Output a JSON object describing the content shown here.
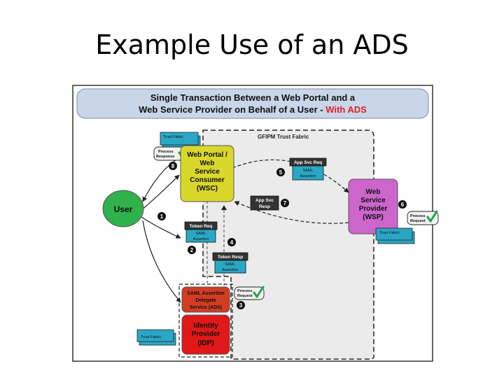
{
  "slide": {
    "title": "Example Use of an ADS"
  },
  "diagram": {
    "banner": {
      "line1": "Single Transaction Between a Web Portal and a",
      "line2_main": "Web Service Provider on Behalf of a User - ",
      "line2_highlight": "With ADS"
    },
    "fabric_label": "GFIPM Trust Fabric",
    "nodes": {
      "user": "User",
      "wsc": [
        "Web Portal /",
        "Web",
        "Service",
        "Consumer",
        "(WSC)"
      ],
      "wsp": [
        "Web",
        "Service",
        "Provider",
        "(WSP)"
      ],
      "ads": [
        "SAML Assertion",
        "Delegate",
        "Service (ADS)"
      ],
      "idp": [
        "Identity",
        "Provider",
        "(IDP)"
      ]
    },
    "trust_fabric_tags": {
      "wsc": "Trust Fabric",
      "wsp": "Trust Fabric",
      "idp": "Trust Fabric"
    },
    "process_tags": {
      "response": [
        "Process",
        "Response"
      ],
      "request_wsp": [
        "Process",
        "Request"
      ],
      "request_ads": [
        "Process",
        "Request"
      ]
    },
    "messages": {
      "token_req": "Token Req",
      "token_resp": "Token Resp",
      "app_svc_req": "App Svc Req",
      "app_svc_resp": [
        "App Svc",
        "Resp"
      ],
      "saml": [
        "SAML",
        "Assertion"
      ]
    },
    "steps": [
      "1",
      "2",
      "3",
      "4",
      "5",
      "6",
      "7",
      "8"
    ],
    "colors": {
      "banner_bg": "#c9d6ea",
      "user": "#2fb14b",
      "wsc": "#d9d62c",
      "wsp": "#cc66cc",
      "ads": "#d23c22",
      "idp": "#e01818",
      "tag": "#2aa7c4",
      "fabric_bg": "#ebebeb"
    }
  }
}
